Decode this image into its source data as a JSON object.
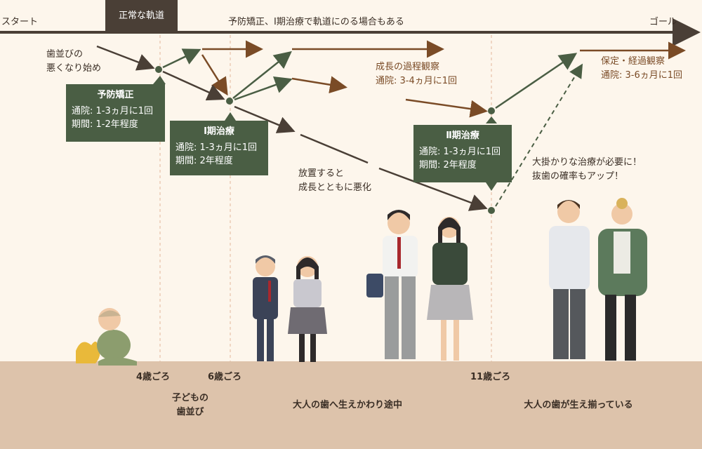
{
  "timeline": {
    "start_label": "スタート",
    "goal_label": "ゴール",
    "normal_track_label": "正常な軌道",
    "prevent_note": "予防矯正、Ⅰ期治療で軌道にのる場合もある"
  },
  "notes": {
    "early": [
      "歯並びの",
      "悪くなり始め"
    ],
    "growth_obs": [
      "成長の過程観察",
      "通院: 3-4ヵ月に1回"
    ],
    "neglect": [
      "放置すると",
      "成長とともに悪化"
    ],
    "major": [
      "大掛かりな治療が必要に！",
      "抜歯の確率もアップ！"
    ],
    "retention": [
      "保定・経過観察",
      "通院: 3-6ヵ月に1回"
    ]
  },
  "boxes": {
    "preventive": {
      "title": "予防矯正",
      "l1": "通院: 1-3ヵ月に1回",
      "l2": "期間: 1-2年程度"
    },
    "phase1": {
      "title": "Ⅰ期治療",
      "l1": "通院: 1-3ヵ月に1回",
      "l2": "期間: 2年程度"
    },
    "phase2": {
      "title": "Ⅱ期治療",
      "l1": "通院: 1-3ヵ月に1回",
      "l2": "期間: 2年程度"
    }
  },
  "ages": {
    "a4": "4歳ごろ",
    "a6": "6歳ごろ",
    "a11": "11歳ごろ"
  },
  "stages": {
    "child": [
      "子どもの",
      "歯並び"
    ],
    "mixed": "大人の歯へ生えかわり途中",
    "adult": "大人の歯が生え揃っている"
  },
  "colors": {
    "dark_arrow": "#4a3f36",
    "green": "#4a5e44",
    "brown": "#7a4b26",
    "ground": "#ddc3ab"
  }
}
